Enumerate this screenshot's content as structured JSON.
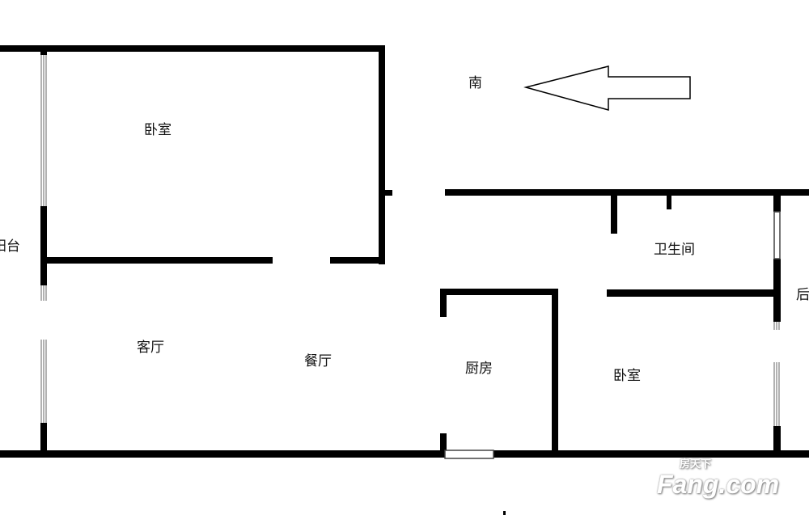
{
  "rooms": {
    "bedroom_main": "卧室",
    "balcony": "阳台",
    "living_room": "客厅",
    "dining_room": "餐厅",
    "kitchen": "厨房",
    "bathroom": "卫生间",
    "bedroom_second": "卧室",
    "rear_balcony": "后"
  },
  "orientation": {
    "label": "南",
    "arrow_direction": "left"
  },
  "watermark": {
    "brand": "Fang.com",
    "chinese": "房天下"
  },
  "colors": {
    "wall": "#000000",
    "window": "#999999"
  }
}
